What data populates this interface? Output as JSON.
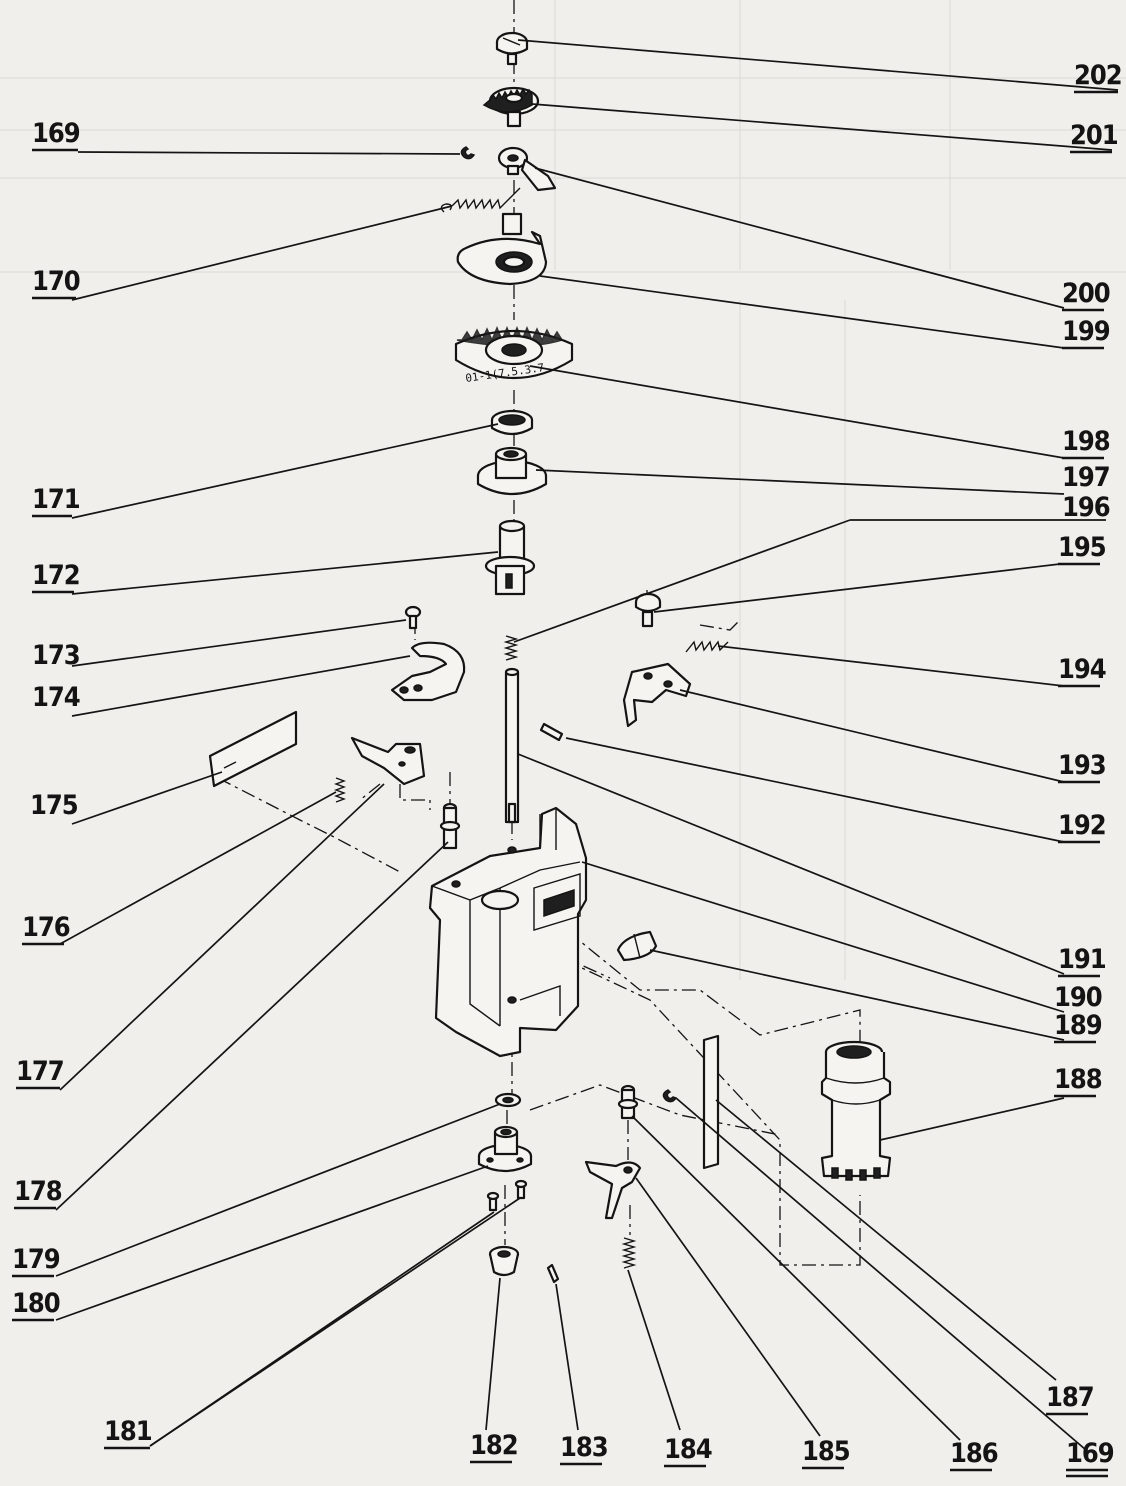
{
  "labels": {
    "l169a": "169",
    "l170": "170",
    "l171": "171",
    "l172": "172",
    "l173": "173",
    "l174": "174",
    "l175": "175",
    "l176": "176",
    "l177": "177",
    "l178": "178",
    "l179": "179",
    "l180": "180",
    "l181": "181",
    "l182": "182",
    "l183": "183",
    "l184": "184",
    "l185": "185",
    "l186": "186",
    "l169b": "169",
    "l187": "187",
    "l188": "188",
    "l189": "189",
    "l190": "190",
    "l191": "191",
    "l192": "192",
    "l193": "193",
    "l194": "194",
    "l195": "195",
    "l196": "196",
    "l197": "197",
    "l198": "198",
    "l199": "199",
    "l200": "200",
    "l201": "201",
    "l202": "202"
  },
  "gear_marking": "01-1(7.5.3.7"
}
